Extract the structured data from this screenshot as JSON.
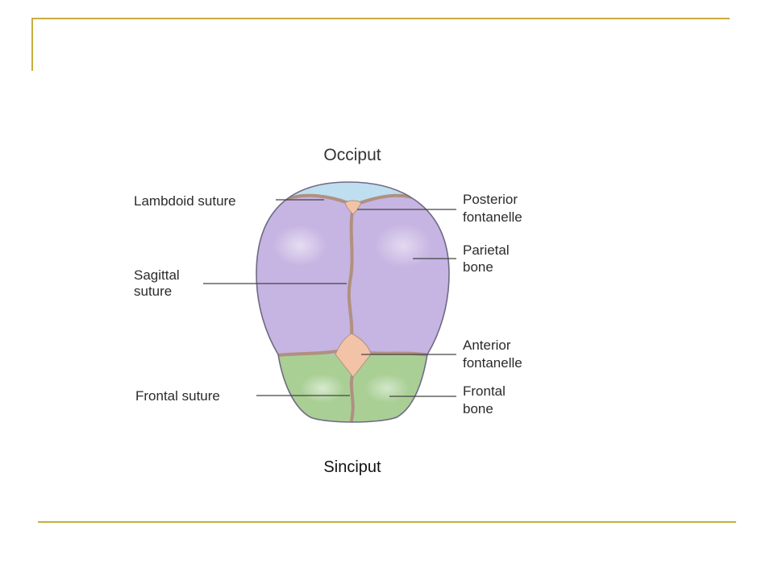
{
  "colors": {
    "accent_rule": "#c8ad3e",
    "parietal": "#c6b4e2",
    "frontal": "#a9cf95",
    "occipital": "#bfdef0",
    "fontanelle": "#f2c3a6",
    "suture": "#b09080",
    "outline": "#6f6a84"
  },
  "diagram": {
    "title": "Occiput",
    "caption": "Sinciput",
    "labels": {
      "lambdoid": [
        "Lambdoid suture"
      ],
      "sagittal": [
        "Sagittal",
        "suture"
      ],
      "frontal_suture": [
        "Frontal suture"
      ],
      "posterior": [
        "Posterior",
        "fontanelle"
      ],
      "parietal": [
        "Parietal",
        "bone"
      ],
      "anterior": [
        "Anterior",
        "fontanelle"
      ],
      "frontal_bone": [
        "Frontal",
        "bone"
      ]
    }
  }
}
